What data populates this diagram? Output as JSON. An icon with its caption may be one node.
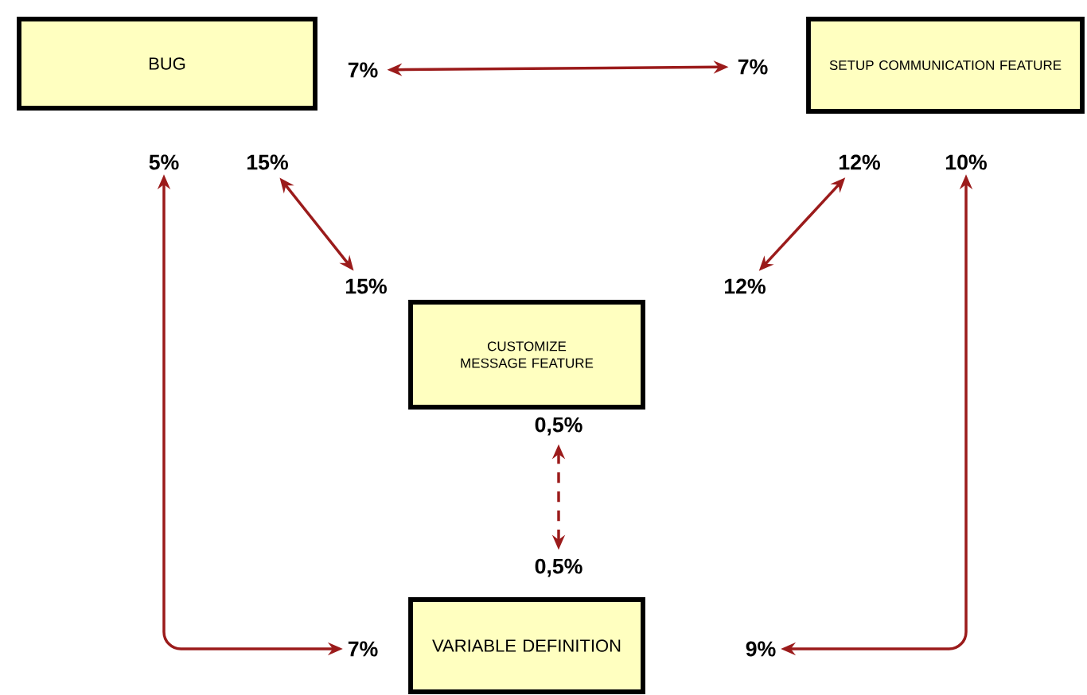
{
  "diagram": {
    "nodes": [
      {
        "text": [
          "BUG"
        ]
      },
      {
        "text": [
          "7%"
        ]
      },
      {
        "text": [
          "7%"
        ]
      },
      {
        "text": [
          "SETUP COMMUNICATION FEATURE"
        ]
      },
      {
        "text": [
          "5%"
        ]
      },
      {
        "text": [
          "15%"
        ]
      },
      {
        "text": [
          "12%"
        ]
      },
      {
        "text": [
          "10%"
        ]
      },
      {
        "text": [
          "15%"
        ]
      },
      {
        "text": [
          "12%"
        ]
      },
      {
        "text": [
          "CUSTOMIZE MESSAGE FEATURE"
        ]
      },
      {
        "text": [
          "0,5%"
        ]
      },
      {
        "text": [
          "0,5%"
        ]
      },
      {
        "text": [
          "7%"
        ]
      },
      {
        "text": [
          "VARIABLE DEFINITION"
        ]
      },
      {
        "text": [
          "9%"
        ]
      }
    ],
    "edges": [
      {
        "from": 1,
        "to": 2,
        "arrow": "both"
      },
      {
        "from": 5,
        "to": 8,
        "arrow": "both"
      },
      {
        "from": 9,
        "to": 6,
        "arrow": "both"
      },
      {
        "from": 11,
        "to": 12,
        "arrow": "both",
        "style": "dashed"
      },
      {
        "from": 4,
        "to": 13,
        "arrow": "both"
      },
      {
        "from": 7,
        "to": 15,
        "arrow": "both"
      }
    ]
  }
}
